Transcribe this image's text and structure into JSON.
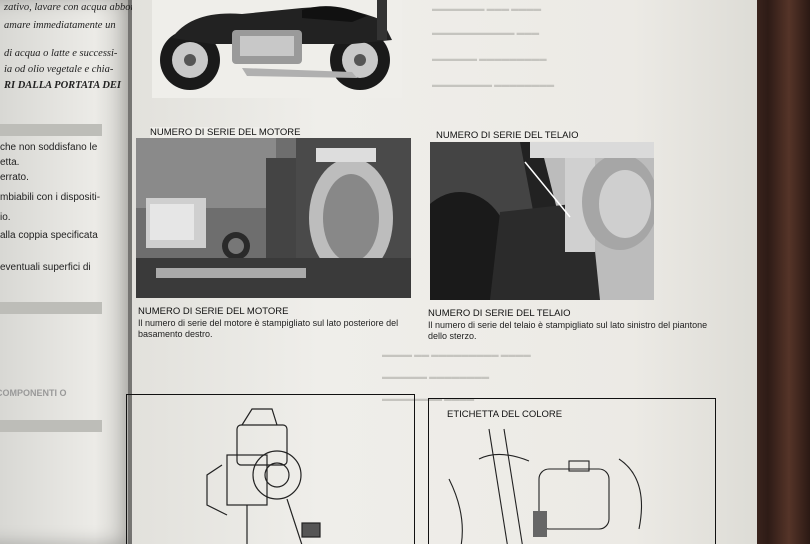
{
  "left_page": {
    "lines_italic": [
      "zativo, lavare con acqua abbon-",
      "amare immediatamente un"
    ],
    "lines_italic_2": [
      "di acqua o latte e successi-",
      "ia od olio vegetale e chia-"
    ],
    "bold_line": "RI DALLA PORTATA DEI",
    "body_lines": [
      "che non soddisfano le",
      "etta.",
      "errato.",
      "mbiabili con i dispositi-",
      "io.",
      "alla coppia specificata",
      "eventuali superfici di"
    ],
    "bottom_label": "COMPONENTI O"
  },
  "figures": {
    "engine": {
      "header": "NUMERO DI SERIE DEL MOTORE",
      "caption_title": "NUMERO DI SERIE DEL MOTORE",
      "caption_text": "Il numero di serie del motore è stampigliato sul lato posteriore del basamento destro."
    },
    "frame": {
      "header": "NUMERO DI SERIE DEL TELAIO",
      "caption_title": "NUMERO DI SERIE DEL TELAIO",
      "caption_text": "Il numero di serie del telaio è stampigliato sul lato sinistro del piantone dello sterzo."
    },
    "color_label": {
      "title": "ETICHETTA DEL COLORE"
    }
  },
  "colors": {
    "page": "#efeeea",
    "ink": "#111111",
    "background_wood": "#3b2620"
  }
}
